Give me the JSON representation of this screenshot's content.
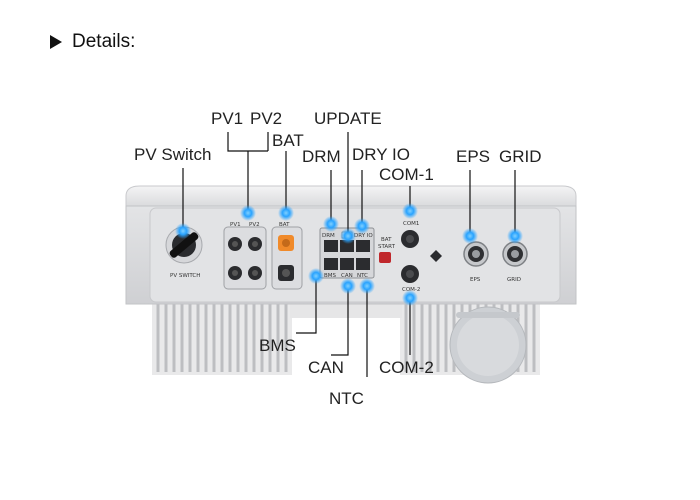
{
  "header": {
    "text": "Details:"
  },
  "labels": {
    "pv1": "PV1",
    "pv2": "PV2",
    "bat": "BAT",
    "update": "UPDATE",
    "pv_switch": "PV Switch",
    "drm": "DRM",
    "dry_io": "DRY IO",
    "com1": "COM-1",
    "eps": "EPS",
    "grid": "GRID",
    "bms": "BMS",
    "can": "CAN",
    "ntc": "NTC",
    "com2": "COM-2"
  },
  "device_print": {
    "pv1": "PV1",
    "pv2": "PV2",
    "bat": "BAT",
    "pv_switch": "PV SWITCH",
    "com1": "COM1",
    "bat_start": "BAT",
    "bat_start2": "START",
    "com2": "COM-2",
    "eps": "EPS",
    "grid": "GRID",
    "drm": "DRM",
    "dry_io": "DRY IO",
    "bms": "BMS",
    "can": "CAN",
    "ntc": "NTC"
  },
  "colors": {
    "callout_dot": "#29a3ff",
    "line": "#111111",
    "body": "#dcdde0",
    "bat_connector": "#f08a2a",
    "bat_start_button": "#c0282c"
  }
}
